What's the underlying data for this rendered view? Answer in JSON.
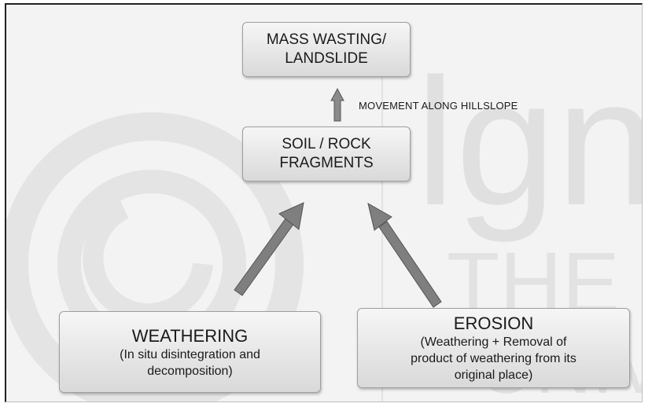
{
  "nodes": {
    "mass_wasting": {
      "lines": [
        "MASS WASTING/",
        "LANDSLIDE"
      ]
    },
    "soil_rock": {
      "lines": [
        "SOIL / ROCK",
        "FRAGMENTS"
      ]
    },
    "weathering": {
      "title": "WEATHERING",
      "lines": [
        "(In situ disintegration and",
        "decomposition)"
      ]
    },
    "erosion": {
      "title": "EROSION",
      "lines": [
        "(Weathering + Removal of",
        "product of weathering from its",
        "original place)"
      ]
    }
  },
  "edges": {
    "movement_label": "MOVEMENT ALONG HILLSLOPE"
  },
  "watermark": {
    "text_top": "lgn",
    "text_mid": "THE PEO",
    "text_bottom": "UNIVE"
  },
  "colors": {
    "arrow_fill": "#7f7f7f",
    "arrow_stroke": "#555555",
    "box_border": "#9e9e9e",
    "background": "#f3f3f3"
  }
}
